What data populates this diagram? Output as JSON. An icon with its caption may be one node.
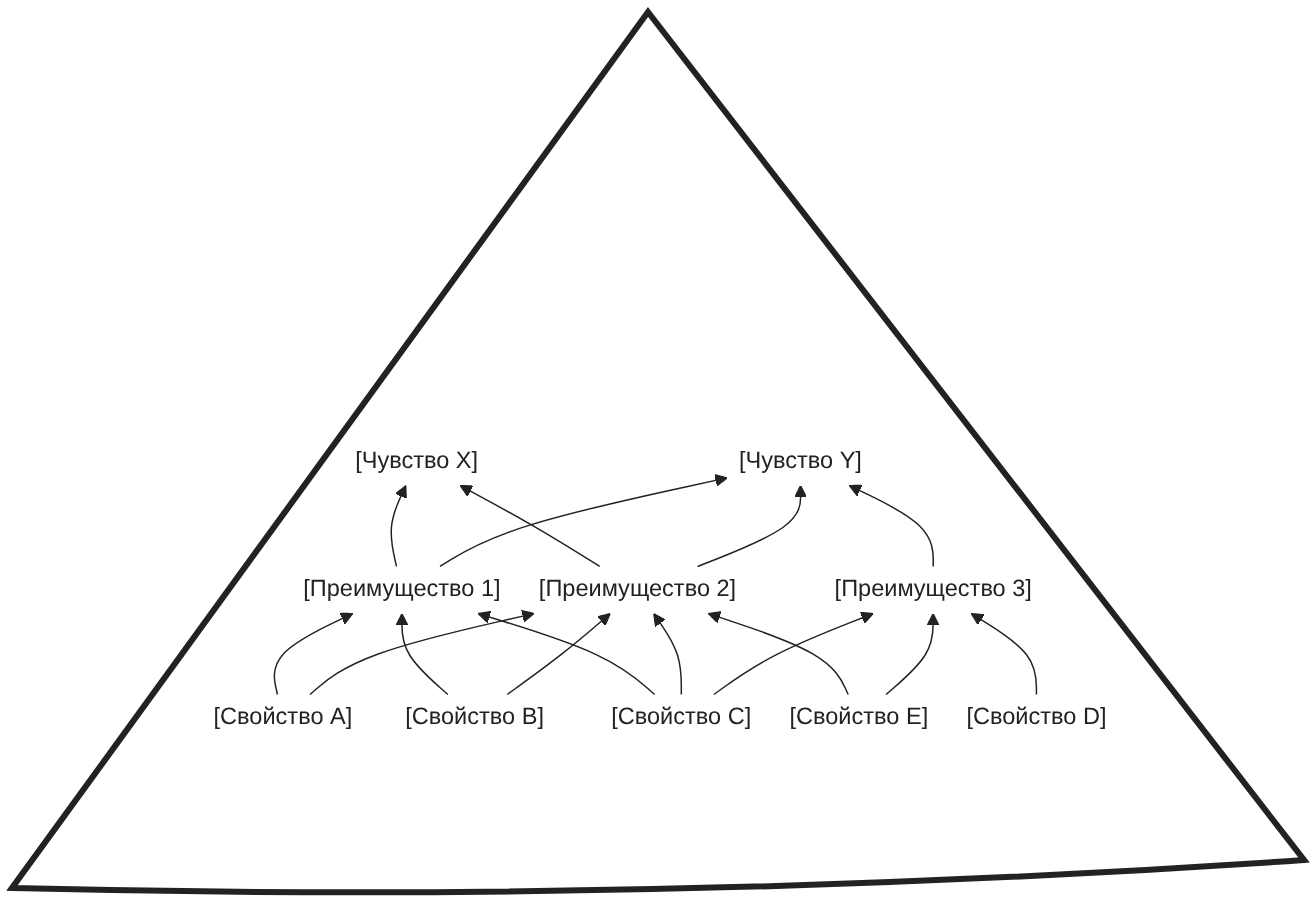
{
  "diagram": {
    "nodes": [
      {
        "text": [
          "[Чувство X]"
        ]
      },
      {
        "text": [
          "[Чувство Y]"
        ]
      },
      {
        "text": [
          "[Преимущество 1]"
        ]
      },
      {
        "text": [
          "[Преимущество 2]"
        ]
      },
      {
        "text": [
          "[Преимущество 3]"
        ]
      },
      {
        "text": [
          "[Свойство A]"
        ]
      },
      {
        "text": [
          "[Свойство B]"
        ]
      },
      {
        "text": [
          "[Свойство C]"
        ]
      },
      {
        "text": [
          "[Свойство D]"
        ]
      },
      {
        "text": [
          "[Свойство E]"
        ]
      }
    ],
    "edges": [
      {
        "from": 2,
        "to": 0,
        "arrow": "to"
      },
      {
        "from": 2,
        "to": 1,
        "arrow": "to"
      },
      {
        "from": 3,
        "to": 0,
        "arrow": "to"
      },
      {
        "from": 3,
        "to": 1,
        "arrow": "to"
      },
      {
        "from": 4,
        "to": 1,
        "arrow": "to"
      },
      {
        "from": 5,
        "to": 2,
        "arrow": "to"
      },
      {
        "from": 5,
        "to": 3,
        "arrow": "to"
      },
      {
        "from": 6,
        "to": 2,
        "arrow": "to"
      },
      {
        "from": 6,
        "to": 3,
        "arrow": "to"
      },
      {
        "from": 7,
        "to": 2,
        "arrow": "to"
      },
      {
        "from": 7,
        "to": 3,
        "arrow": "to"
      },
      {
        "from": 7,
        "to": 4,
        "arrow": "to"
      },
      {
        "from": 8,
        "to": 4,
        "arrow": "to"
      },
      {
        "from": 9,
        "to": 3,
        "arrow": "to"
      },
      {
        "from": 9,
        "to": 4,
        "arrow": "to"
      }
    ]
  }
}
